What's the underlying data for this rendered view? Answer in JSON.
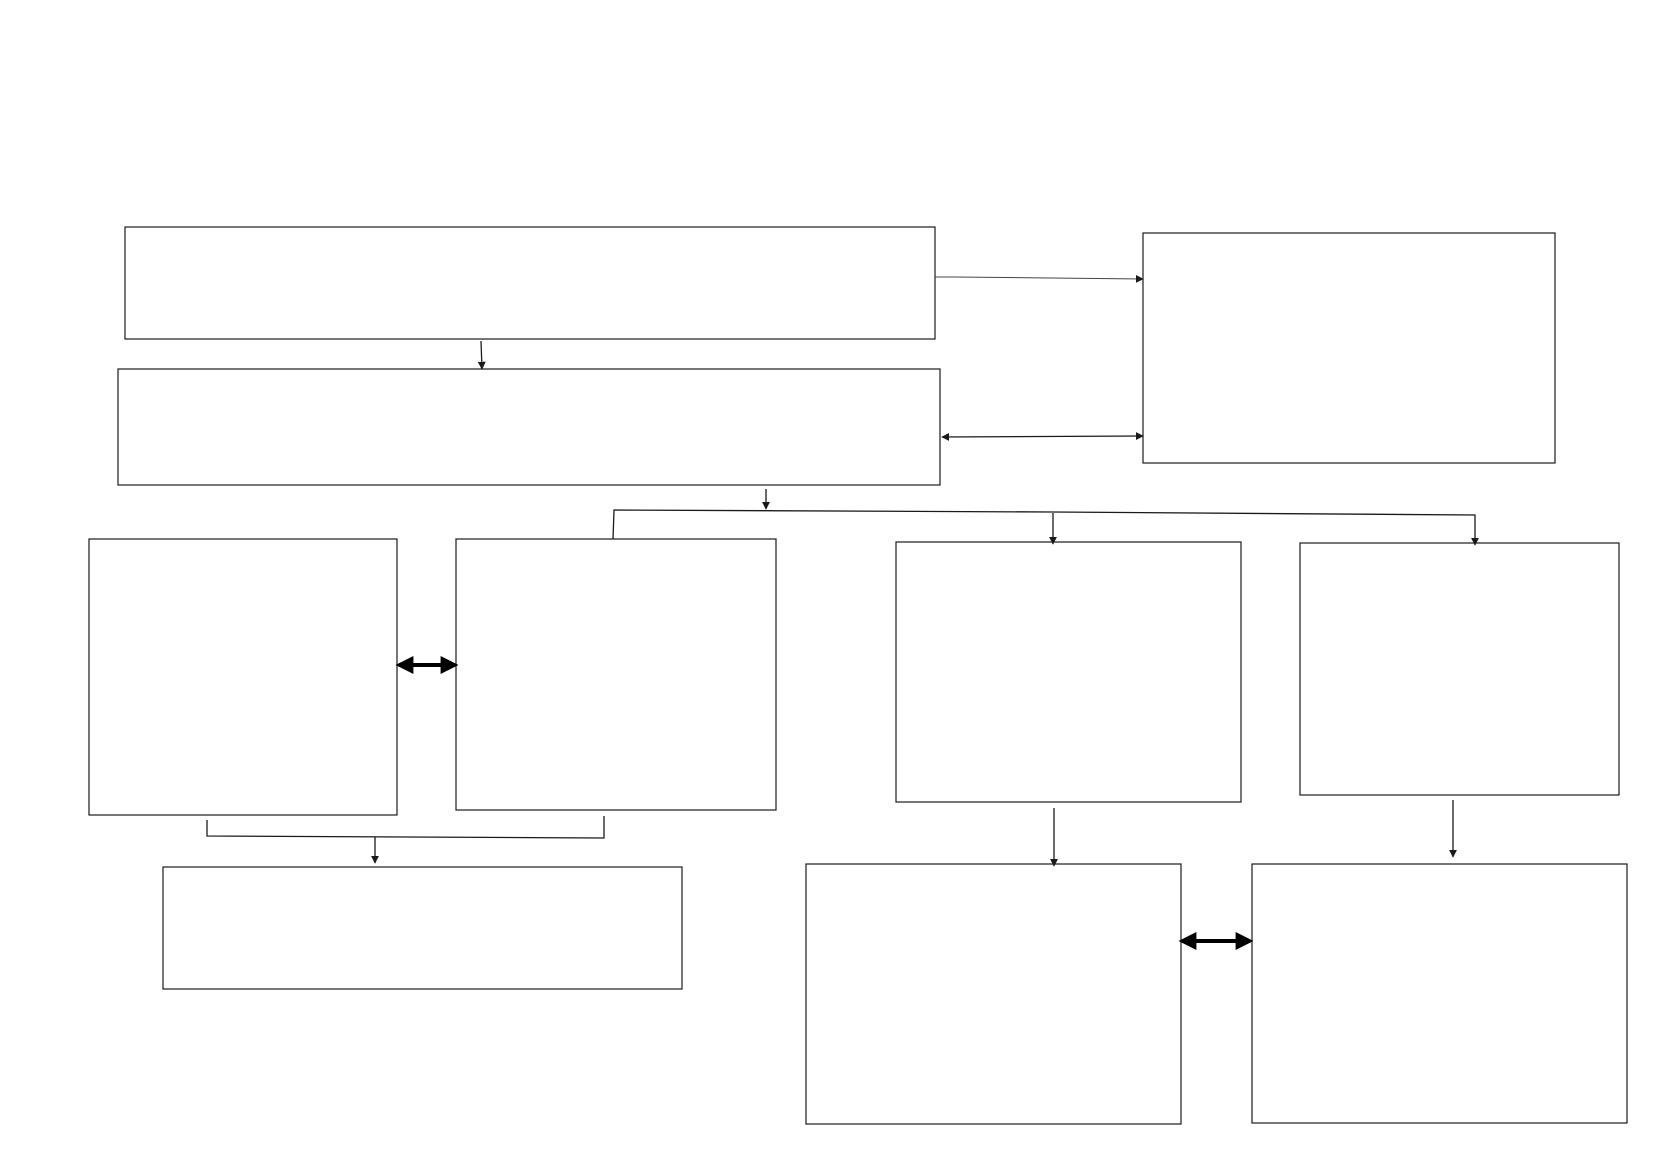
{
  "diagram": {
    "type": "flowchart-template",
    "background": "#ffffff",
    "stroke_color": "#1a1a1a",
    "boxes": [
      {
        "id": "top-main-box",
        "text": ""
      },
      {
        "id": "top-right-box",
        "text": ""
      },
      {
        "id": "second-main-box",
        "text": ""
      },
      {
        "id": "mid-box-1",
        "text": ""
      },
      {
        "id": "mid-box-2",
        "text": ""
      },
      {
        "id": "mid-box-3",
        "text": ""
      },
      {
        "id": "mid-box-4",
        "text": ""
      },
      {
        "id": "bottom-left-box",
        "text": ""
      },
      {
        "id": "bottom-middle-box",
        "text": ""
      },
      {
        "id": "bottom-right-box",
        "text": ""
      }
    ],
    "connections": [
      {
        "from": "top-main-box",
        "to": "second-main-box",
        "style": "arrow"
      },
      {
        "from": "top-main-box",
        "to": "top-right-box",
        "style": "arrow"
      },
      {
        "from": "second-main-box",
        "to": "top-right-box",
        "style": "double-arrow"
      },
      {
        "from": "second-main-box",
        "to": [
          "mid-box-2",
          "mid-box-3",
          "mid-box-4"
        ],
        "style": "branch-arrow"
      },
      {
        "from": "mid-box-1",
        "to": "mid-box-2",
        "style": "bold-double-arrow"
      },
      {
        "from": [
          "mid-box-1",
          "mid-box-2"
        ],
        "to": "bottom-left-box",
        "style": "merge-arrow"
      },
      {
        "from": "mid-box-3",
        "to": "bottom-middle-box",
        "style": "arrow"
      },
      {
        "from": "mid-box-4",
        "to": "bottom-right-box",
        "style": "arrow"
      },
      {
        "from": "bottom-middle-box",
        "to": "bottom-right-box",
        "style": "bold-double-arrow"
      }
    ]
  }
}
